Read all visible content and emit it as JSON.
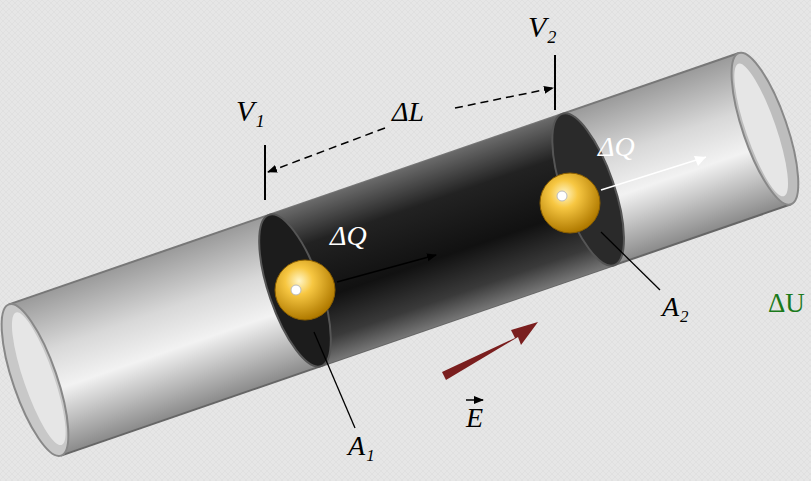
{
  "diagram": {
    "labels": [
      "V₂",
      "V₁",
      "ΔL",
      "ΔQ",
      "ΔQ",
      "A₂",
      "E",
      "A₁",
      "ΔU"
    ]
  }
}
